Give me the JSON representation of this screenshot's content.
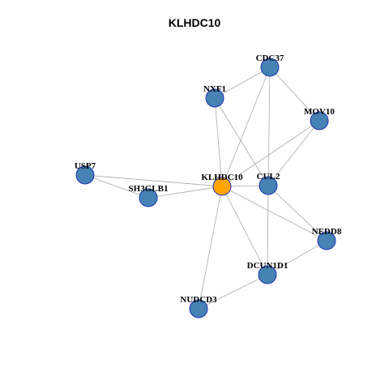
{
  "title": "KLHDC10",
  "colors": {
    "center": "#ffa500",
    "node": "#4682b4",
    "edge": "#a9a9a9",
    "outline": "#1f35b0"
  },
  "nodes": [
    {
      "id": "KLHDC10",
      "label": "KLHDC10",
      "center": true
    },
    {
      "id": "CDC37",
      "label": "CDC37"
    },
    {
      "id": "NXF1",
      "label": "NXF1"
    },
    {
      "id": "MOV10",
      "label": "MOV10"
    },
    {
      "id": "USP7",
      "label": "USP7"
    },
    {
      "id": "SH3GLB1",
      "label": "SH3GLB1"
    },
    {
      "id": "CUL2",
      "label": "CUL2"
    },
    {
      "id": "NEDD8",
      "label": "NEDD8"
    },
    {
      "id": "DCUN1D1",
      "label": "DCUN1D1"
    },
    {
      "id": "NUDCD3",
      "label": "NUDCD3"
    }
  ],
  "edges": [
    [
      "KLHDC10",
      "CDC37"
    ],
    [
      "KLHDC10",
      "NXF1"
    ],
    [
      "KLHDC10",
      "MOV10"
    ],
    [
      "KLHDC10",
      "USP7"
    ],
    [
      "KLHDC10",
      "SH3GLB1"
    ],
    [
      "KLHDC10",
      "CUL2"
    ],
    [
      "KLHDC10",
      "NEDD8"
    ],
    [
      "KLHDC10",
      "DCUN1D1"
    ],
    [
      "KLHDC10",
      "NUDCD3"
    ],
    [
      "CDC37",
      "NXF1"
    ],
    [
      "CDC37",
      "MOV10"
    ],
    [
      "CDC37",
      "CUL2"
    ],
    [
      "NXF1",
      "CUL2"
    ],
    [
      "MOV10",
      "CUL2"
    ],
    [
      "USP7",
      "SH3GLB1"
    ],
    [
      "CUL2",
      "NEDD8"
    ],
    [
      "CUL2",
      "DCUN1D1"
    ],
    [
      "NEDD8",
      "DCUN1D1"
    ],
    [
      "DCUN1D1",
      "NUDCD3"
    ]
  ]
}
